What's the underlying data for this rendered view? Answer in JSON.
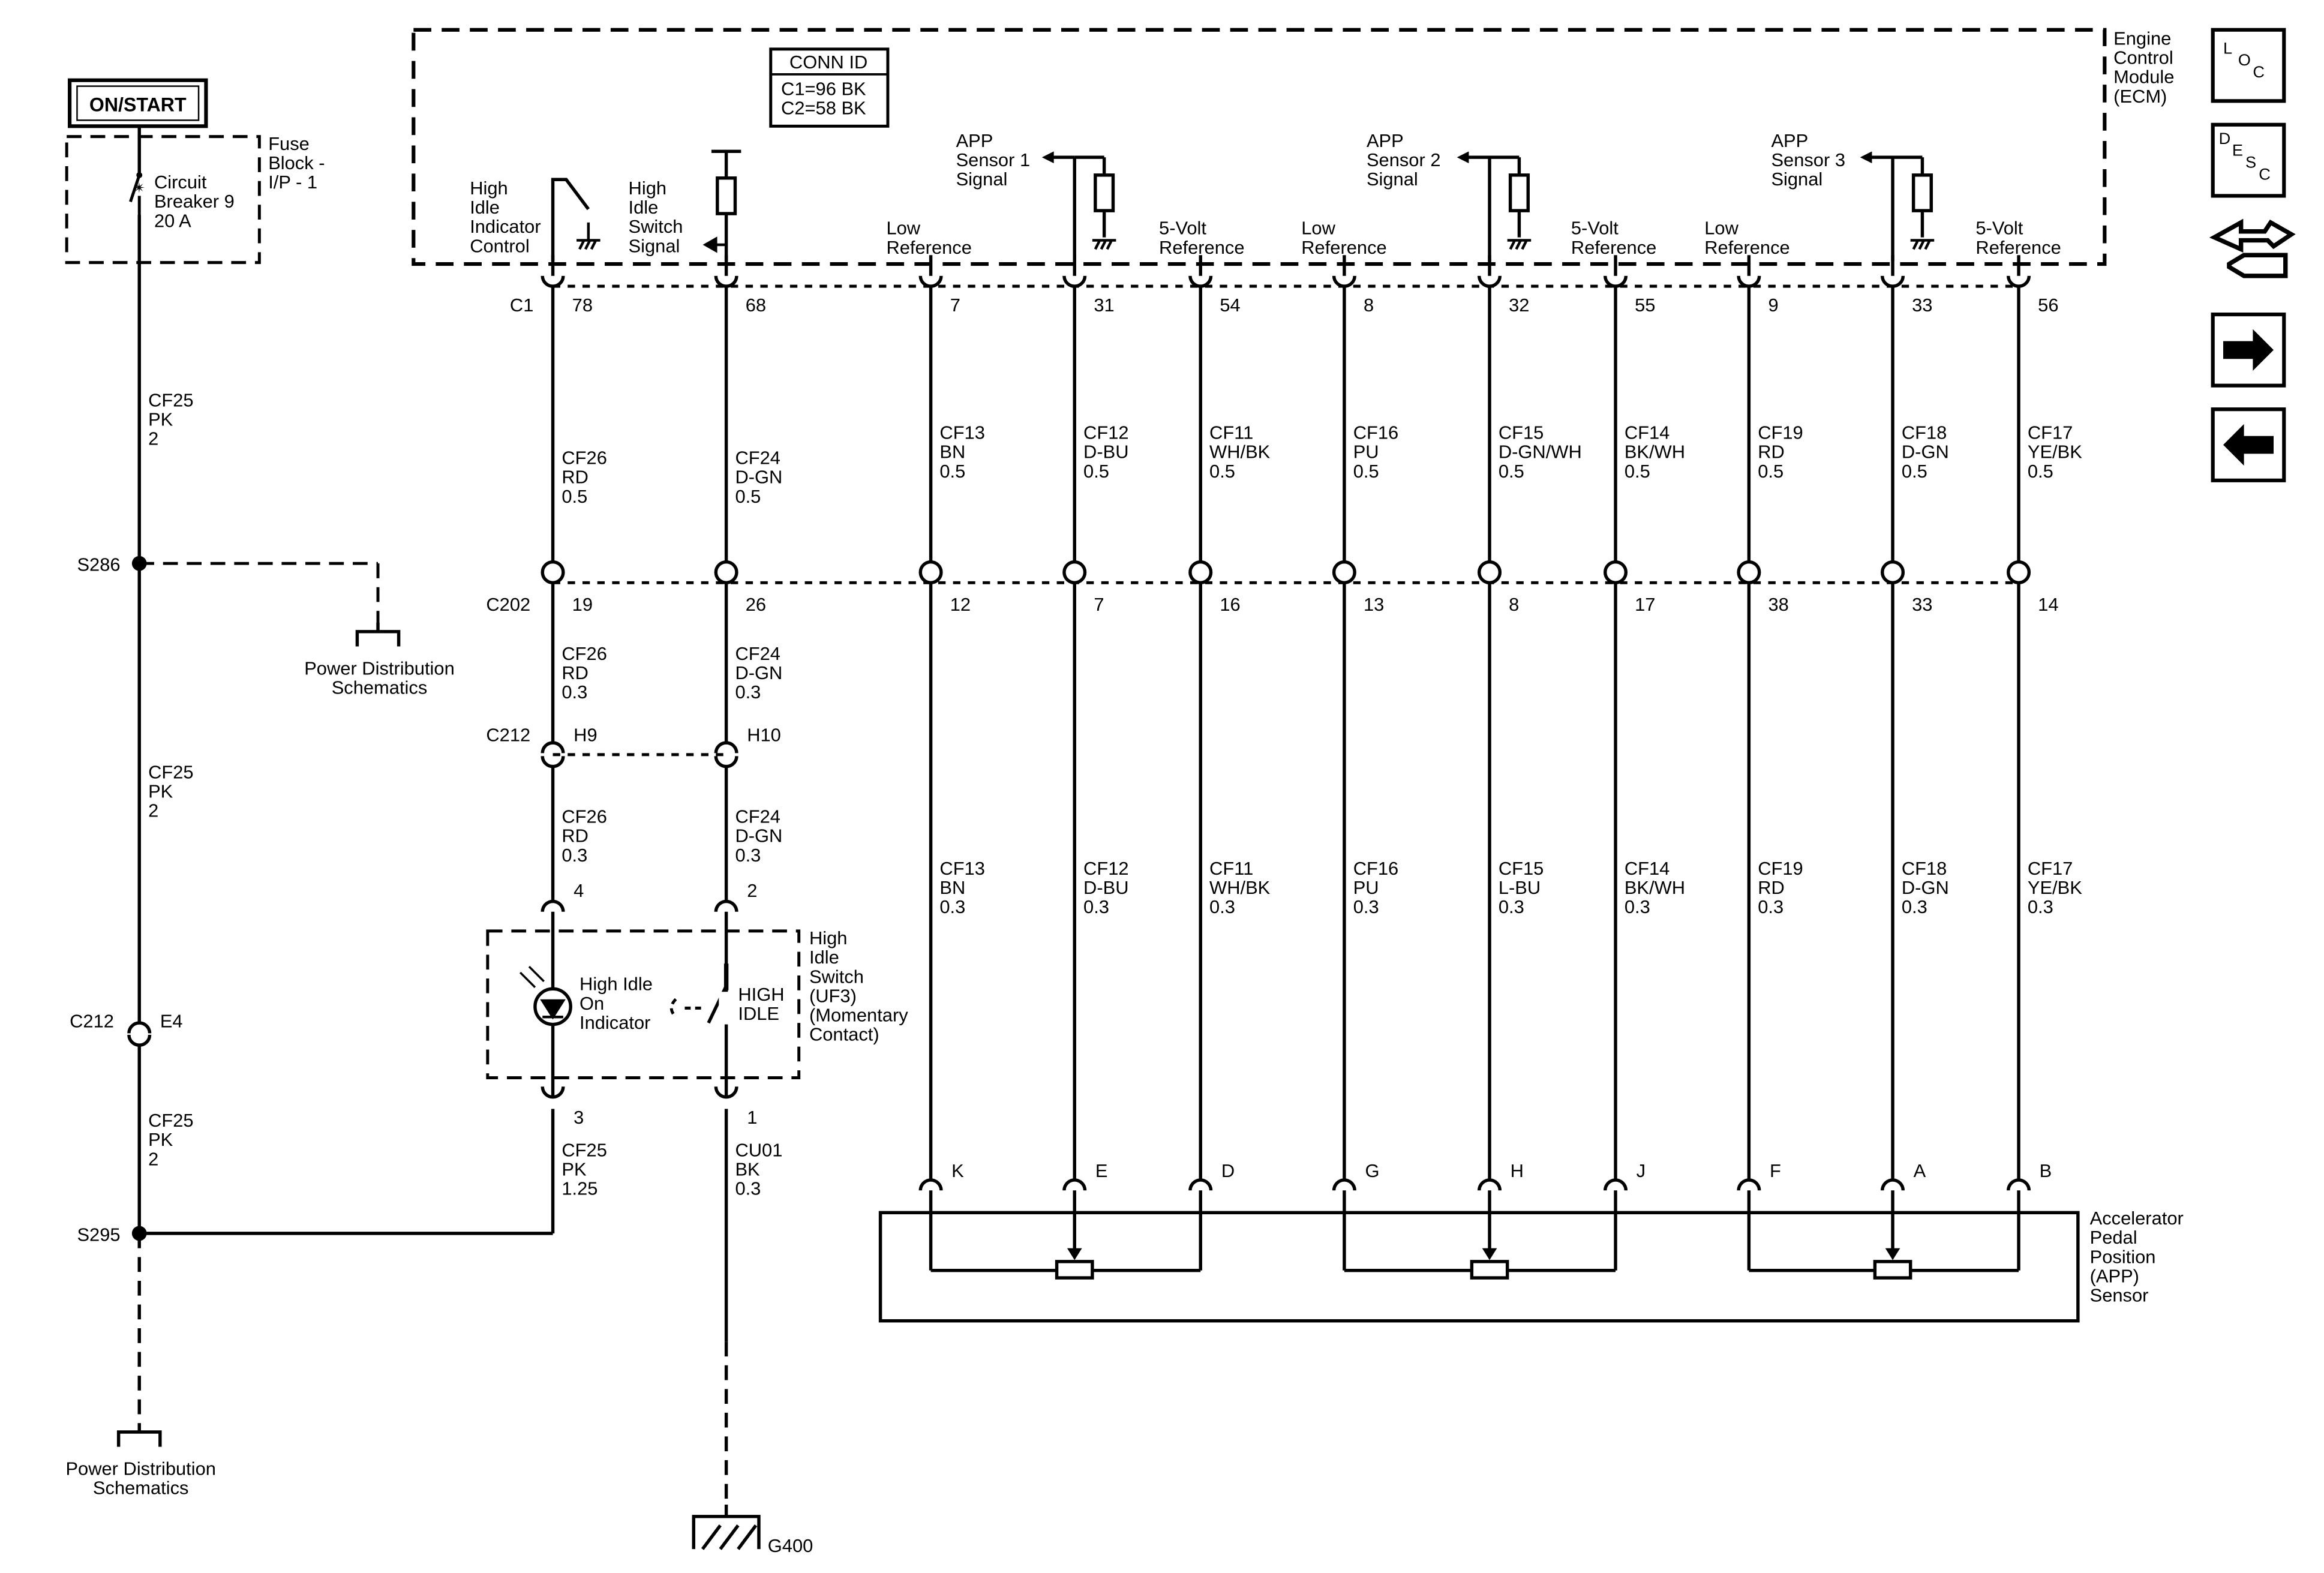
{
  "power": {
    "label": "ON/START"
  },
  "fuse_block": {
    "title": [
      "Fuse",
      "Block -",
      "I/P - 1"
    ],
    "breaker": [
      "Circuit",
      "Breaker 9",
      "20 A"
    ]
  },
  "ecm": {
    "title": [
      "Engine",
      "Control",
      "Module",
      "(ECM)"
    ]
  },
  "conn_id": {
    "title": "CONN ID",
    "lines": [
      "C1=96 BK",
      "C2=58 BK"
    ]
  },
  "apps": [
    {
      "lines": [
        "APP",
        "Sensor 1",
        "Signal"
      ]
    },
    {
      "lines": [
        "APP",
        "Sensor 2",
        "Signal"
      ]
    },
    {
      "lines": [
        "APP",
        "Sensor 3",
        "Signal"
      ]
    }
  ],
  "hi_indicator_ctrl": [
    "High",
    "Idle",
    "Indicator",
    "Control"
  ],
  "hi_switch_signal": [
    "High",
    "Idle",
    "Switch",
    "Signal"
  ],
  "ecm_inputs": [
    {
      "lines": [
        "Low",
        "Reference"
      ]
    },
    {
      "lines": [
        "5-Volt",
        "Reference"
      ]
    },
    {
      "lines": [
        "Low",
        "Reference"
      ]
    },
    {
      "lines": [
        "5-Volt",
        "Reference"
      ]
    },
    {
      "lines": [
        "Low",
        "Reference"
      ]
    },
    {
      "lines": [
        "5-Volt",
        "Reference"
      ]
    }
  ],
  "connectors": {
    "c1": "C1",
    "c202": "C202",
    "c212a": "C212",
    "c212b": "C212",
    "e4": "E4"
  },
  "columns": [
    {
      "c1_pin": "78",
      "c202_pin": "19",
      "c212_pin": "H9",
      "sw_top": "4",
      "sw_bot": "3",
      "app_pin": "",
      "w1": [
        "CF26",
        "RD",
        "0.5"
      ],
      "w2": [
        "CF26",
        "RD",
        "0.3"
      ],
      "w3": [
        "CF26",
        "RD",
        "0.3"
      ],
      "w4": [
        "CF25",
        "PK",
        "1.25"
      ]
    },
    {
      "c1_pin": "68",
      "c202_pin": "26",
      "c212_pin": "H10",
      "sw_top": "2",
      "sw_bot": "1",
      "app_pin": "",
      "w1": [
        "CF24",
        "D-GN",
        "0.5"
      ],
      "w2": [
        "CF24",
        "D-GN",
        "0.3"
      ],
      "w3": [
        "CF24",
        "D-GN",
        "0.3"
      ],
      "w4": [
        "CU01",
        "BK",
        "0.3"
      ]
    },
    {
      "c1_pin": "7",
      "c202_pin": "12",
      "app_pin": "K",
      "w1": [
        "CF13",
        "BN",
        "0.5"
      ],
      "w3": [
        "CF13",
        "BN",
        "0.3"
      ]
    },
    {
      "c1_pin": "31",
      "c202_pin": "7",
      "app_pin": "E",
      "w1": [
        "CF12",
        "D-BU",
        "0.5"
      ],
      "w3": [
        "CF12",
        "D-BU",
        "0.3"
      ]
    },
    {
      "c1_pin": "54",
      "c202_pin": "16",
      "app_pin": "D",
      "w1": [
        "CF11",
        "WH/BK",
        "0.5"
      ],
      "w3": [
        "CF11",
        "WH/BK",
        "0.3"
      ]
    },
    {
      "c1_pin": "8",
      "c202_pin": "13",
      "app_pin": "G",
      "w1": [
        "CF16",
        "PU",
        "0.5"
      ],
      "w3": [
        "CF16",
        "PU",
        "0.3"
      ]
    },
    {
      "c1_pin": "32",
      "c202_pin": "8",
      "app_pin": "H",
      "w1": [
        "CF15",
        "D-GN/WH",
        "0.5"
      ],
      "w3": [
        "CF15",
        "L-BU",
        "0.3"
      ]
    },
    {
      "c1_pin": "55",
      "c202_pin": "17",
      "app_pin": "J",
      "w1": [
        "CF14",
        "BK/WH",
        "0.5"
      ],
      "w3": [
        "CF14",
        "BK/WH",
        "0.3"
      ]
    },
    {
      "c1_pin": "9",
      "c202_pin": "38",
      "app_pin": "F",
      "w1": [
        "CF19",
        "RD",
        "0.5"
      ],
      "w3": [
        "CF19",
        "RD",
        "0.3"
      ]
    },
    {
      "c1_pin": "33",
      "c202_pin": "33",
      "app_pin": "A",
      "w1": [
        "CF18",
        "D-GN",
        "0.5"
      ],
      "w3": [
        "CF18",
        "D-GN",
        "0.3"
      ]
    },
    {
      "c1_pin": "56",
      "c202_pin": "14",
      "app_pin": "B",
      "w1": [
        "CF17",
        "YE/BK",
        "0.5"
      ],
      "w3": [
        "CF17",
        "YE/BK",
        "0.3"
      ]
    }
  ],
  "left_wire": {
    "w1": [
      "CF25",
      "PK",
      "2"
    ],
    "w2": [
      "CF25",
      "PK",
      "2"
    ],
    "w3": [
      "CF25",
      "PK",
      "2"
    ]
  },
  "splices": {
    "s286": "S286",
    "s295": "S295"
  },
  "power_dist": {
    "a": [
      "Power Distribution",
      "Schematics"
    ],
    "b": [
      "Power Distribution",
      "Schematics"
    ]
  },
  "indicator": {
    "lines": [
      "High Idle",
      "On",
      "Indicator"
    ]
  },
  "switch": {
    "lines": [
      "HIGH",
      "IDLE"
    ],
    "desc": [
      "High",
      "Idle",
      "Switch",
      "(UF3)",
      "(Momentary",
      "Contact)"
    ]
  },
  "app_sensor": {
    "title": [
      "Accelerator",
      "Pedal",
      "Position",
      "(APP)",
      "Sensor"
    ]
  },
  "ground": {
    "label": "G400"
  },
  "nav": {
    "loc": [
      "L",
      "O",
      "C"
    ],
    "desc": [
      "D",
      "E",
      "S",
      "C"
    ],
    "connector_icon": "connector-end-view-icon",
    "next_icon": "right-arrow-icon",
    "prev_icon": "left-arrow-icon"
  }
}
